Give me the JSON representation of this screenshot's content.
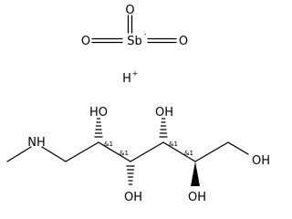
{
  "molecule": {
    "antimonate": {
      "top_oxygen": "O",
      "left_oxygen": "O",
      "right_oxygen": "O",
      "central_atom": "Sb",
      "charge": "-"
    },
    "proton": {
      "symbol": "H",
      "charge": "+"
    },
    "meglumine": {
      "amine_label": "NH",
      "hydroxyl_labels": [
        "HO",
        "OH",
        "OH",
        "OH",
        "OH"
      ],
      "stereo_markers": [
        "&1",
        "&1",
        "&1",
        "&1"
      ]
    }
  }
}
